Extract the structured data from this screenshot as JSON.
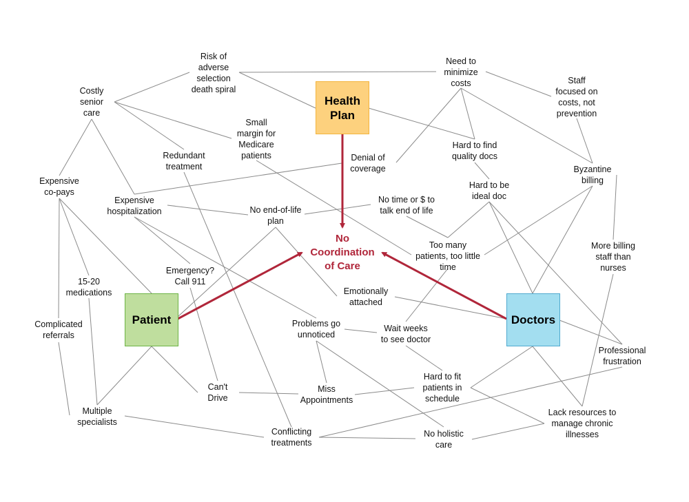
{
  "central": {
    "label": "No\nCoordination\nof Care",
    "color": "#b0263a"
  },
  "actors": {
    "health_plan": {
      "label": "Health\nPlan",
      "color": "#fdd17e"
    },
    "patient": {
      "label": "Patient",
      "color": "#bfde9e"
    },
    "doctors": {
      "label": "Doctors",
      "color": "#a3def0"
    }
  },
  "nodes": {
    "risk": "Risk of\nadverse\nselection\ndeath spiral",
    "costly": "Costly\nsenior\ncare",
    "small_margin": "Small\nmargin for\nMedicare\npatients",
    "redundant": "Redundant\ntreatment",
    "copays": "Expensive\nco-pays",
    "hosp": "Expensive\nhospitalization",
    "no_eol": "No end-of-life\nplan",
    "denial": "Denial of\ncoverage",
    "need_min": "Need to\nminimize\ncosts",
    "staff": "Staff\nfocused on\ncosts, not\nprevention",
    "hard_find": "Hard to find\nquality docs",
    "hard_ideal": "Hard to be\nideal doc",
    "no_time": "No time or $ to\ntalk end of life",
    "byzantine": "Byzantine\nbilling",
    "too_many": "Too many\npatients, too little\ntime",
    "more_billing": "More billing\nstaff than\nnurses",
    "emergency": "Emergency?\nCall 911",
    "meds": "15-20\nmedications",
    "complicated": "Complicated\nreferrals",
    "emotionally": "Emotionally\nattached",
    "problems": "Problems go\nunnoticed",
    "wait": "Wait weeks\nto see doctor",
    "cant_drive": "Can't\nDrive",
    "miss": "Miss\nAppointments",
    "hard_fit": "Hard to fit\npatients in\nschedule",
    "professional": "Professional\nfrustration",
    "multiple": "Multiple\nspecialists",
    "conflicting": "Conflicting\ntreatments",
    "no_holistic": "No holistic\ncare",
    "lack": "Lack resources to\nmanage chronic\nillnesses"
  }
}
